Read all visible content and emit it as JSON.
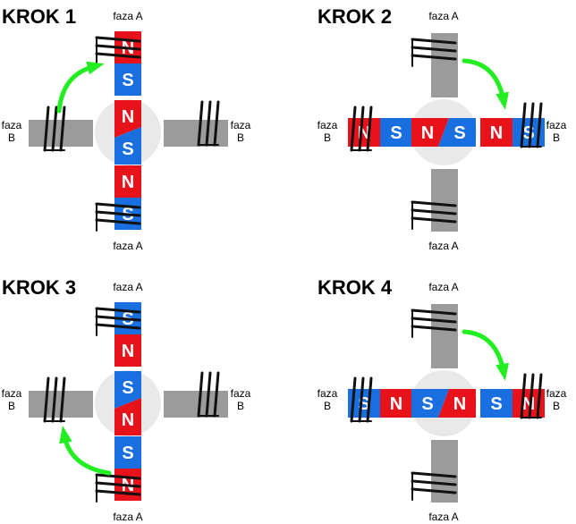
{
  "colors": {
    "north": "#e8121b",
    "south": "#1a6fe0",
    "core": "#9b9b9b",
    "rotor_disc": "#e9e9e9",
    "coil": "#111111",
    "arrow": "#22ee22"
  },
  "letters": {
    "north": "N",
    "south": "S"
  },
  "labels": {
    "phase_a": "faza A",
    "phase_b_line1": "faza",
    "phase_b_line2": "B"
  },
  "steps": [
    {
      "title": "KROK 1",
      "active": "vertical",
      "rotor_top": "N",
      "arrow": "left-to-top",
      "top_pole": [
        "N",
        "S"
      ],
      "bottom_pole": [
        "N",
        "S"
      ]
    },
    {
      "title": "KROK 2",
      "active": "horizontal",
      "rotor_left": "N",
      "arrow": "top-to-right",
      "left_pole": [
        "N",
        "S"
      ],
      "right_pole": [
        "N",
        "S"
      ]
    },
    {
      "title": "KROK 3",
      "active": "vertical",
      "rotor_top": "S",
      "arrow": "bottom-to-left",
      "top_pole": [
        "S",
        "N"
      ],
      "bottom_pole": [
        "S",
        "N"
      ]
    },
    {
      "title": "KROK 4",
      "active": "horizontal",
      "rotor_left": "S",
      "arrow": "top-to-right",
      "left_pole": [
        "S",
        "N"
      ],
      "right_pole": [
        "S",
        "N"
      ]
    }
  ]
}
